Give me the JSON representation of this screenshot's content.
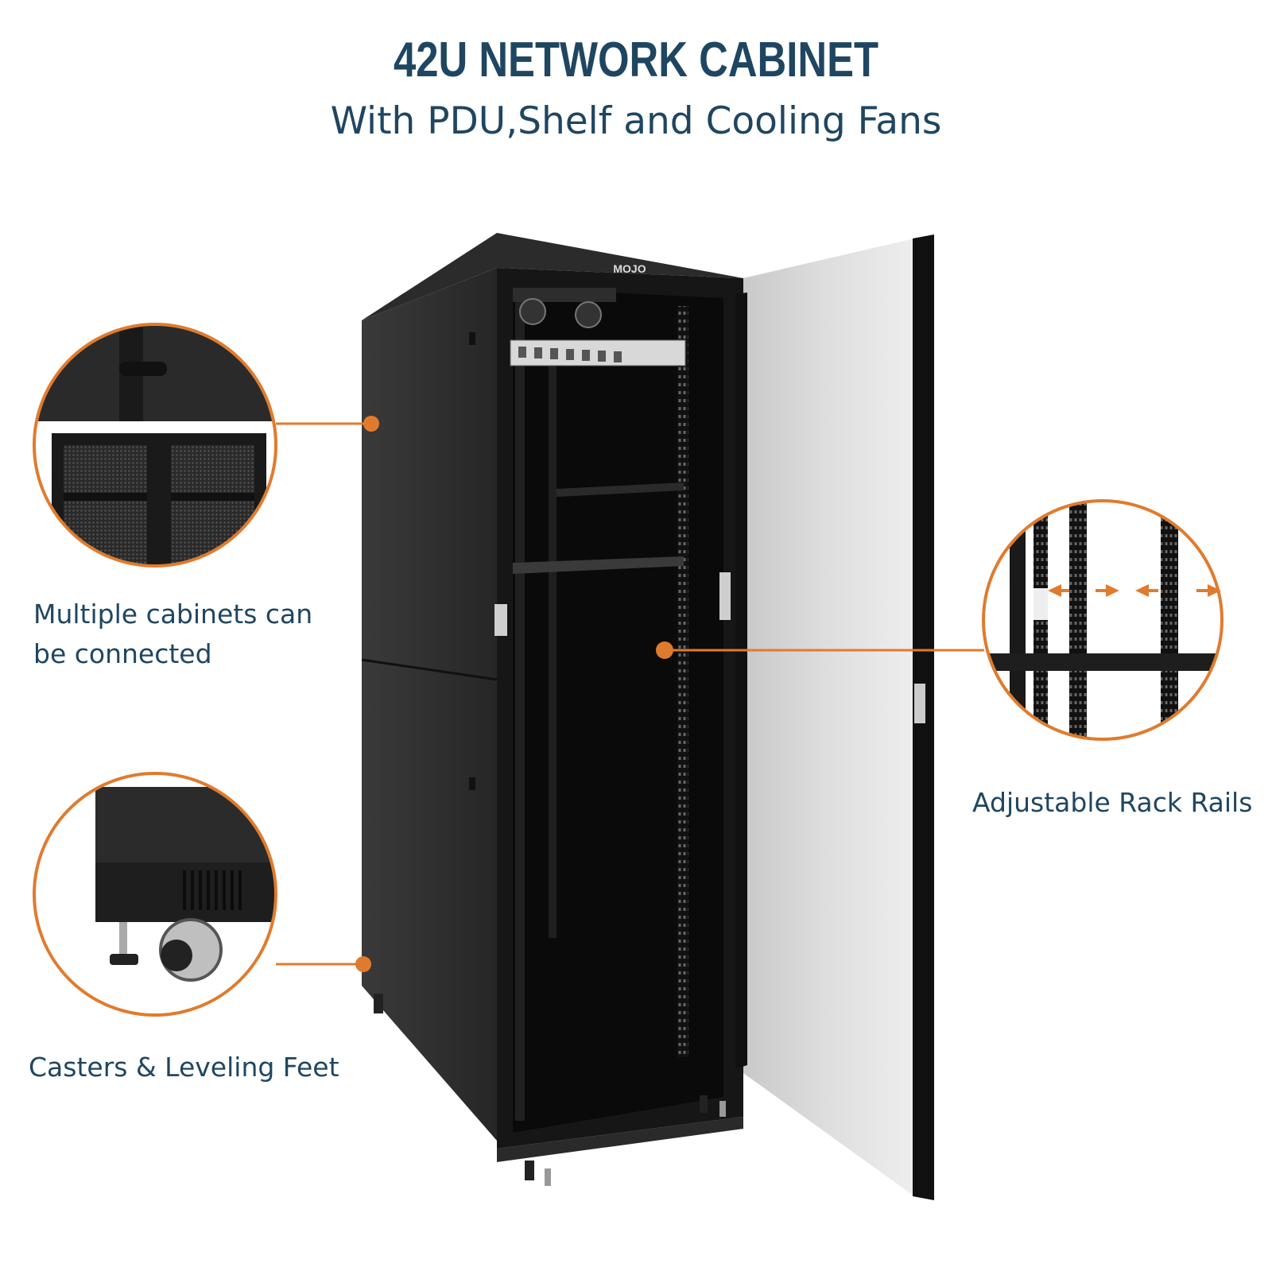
{
  "header": {
    "title": "42U NETWORK CABINET",
    "subtitle": "With PDU,Shelf and Cooling Fans"
  },
  "callouts": {
    "connect_line1": "Multiple cabinets can",
    "connect_line2": "be connected",
    "casters": "Casters & Leveling Feet",
    "rails": "Adjustable Rack Rails"
  },
  "brand_mark": "MOJO",
  "colors": {
    "accent": "#e07b2e",
    "heading": "#1f4661",
    "cabinet": "#1b1b1b"
  }
}
